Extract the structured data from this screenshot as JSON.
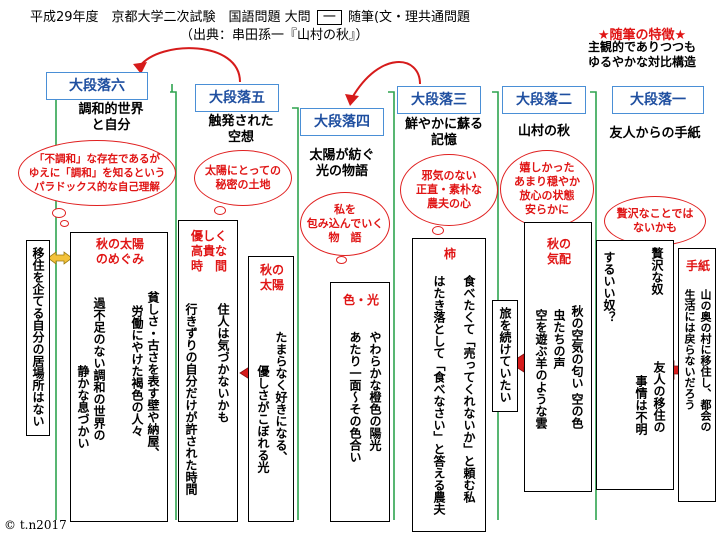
{
  "header": {
    "line1_pre": "平成29年度　京都大学二次試験　国語問題 大問",
    "line1_box": "一",
    "line1_post": "随筆(文・理共通問題",
    "line2": "（出典：串田孫一『山村の秋』）"
  },
  "feature": {
    "title": "★随筆の特徴★",
    "body": "主観的でありつつも\nゆるやかな対比構造"
  },
  "sections": [
    {
      "id": "6",
      "label": "大段落六",
      "subtitle": "調和的世界\nと自分"
    },
    {
      "id": "5",
      "label": "大段落五",
      "subtitle": "触発された\n空想"
    },
    {
      "id": "4",
      "label": "大段落四",
      "subtitle": "太陽が紡ぐ\n光の物語"
    },
    {
      "id": "3",
      "label": "大段落三",
      "subtitle": "鮮やかに蘇る\n記憶"
    },
    {
      "id": "2",
      "label": "大段落二",
      "subtitle": "山村の秋"
    },
    {
      "id": "1",
      "label": "大段落一",
      "subtitle": "友人からの手紙"
    }
  ],
  "bubbles": {
    "b6": "「不調和」な存在であるが\nゆえに「調和」を知るという\nパラドックス的な自己理解",
    "b5": "太陽にとっての\n秘密の土地",
    "b4": "私を\n包み込んでいく\n物　語",
    "b3": "邪気のない\n正直・素朴な\n農夫の心",
    "b2": "嬉しかった\nあまり穏やか\n放心の状態\n安らかに",
    "b1": "贅沢なことでは\nないかも"
  },
  "texts": {
    "left_outer": "移住を企てる自分の居場所はない",
    "s6_head": "秋の太陽\nのめぐみ",
    "s6_a": "貧しさ・古さを表す壁や納屋、",
    "s6_b": "労働にやけた褐色の人々",
    "s6_c": "過不足のない調和の世界の",
    "s6_d": "静かな息づかい",
    "s5_head": "優しく\n高貴な\n時　間",
    "s5_a": "住人は気づかないかも",
    "s5_b": "行きずりの自分だけが許された時間",
    "s5_side_head": "秋の\n太陽",
    "s5_side_a": "たまらなく好きになる、",
    "s5_side_b": "優しさがこぼれる光",
    "s4_head": "色・光",
    "s4_a": "やわらかな橙色の陽光",
    "s4_b": "あたり一面～その色合い",
    "s3_head": "柿",
    "s3_a": "食べたくて「売ってくれないか」と頼む私",
    "s3_b": "はたき落として「食べなさい」と答える農夫",
    "s2_left": "旅を続けていたい",
    "s2_head": "秋の\n気配",
    "s2_a": "秋の空気の匂い 空の色",
    "s2_b": "虫たちの声",
    "s2_c": "空を遊ぶ羊のような雲",
    "s1_q": "するいい奴？",
    "s1_q2": "贅沢な奴",
    "s1_mid_a": "友人の移住の",
    "s1_mid_b": "事情は不明",
    "s1_head": "手紙",
    "s1_a": "山の奥の村に移住し、都会の",
    "s1_b": "生活には戻らないだろう"
  },
  "copyright": "© t.n2017",
  "colors": {
    "section_border": "#4a8fd6",
    "section_text": "#1f4fa0",
    "accent_red": "#e01515",
    "arrow_blue": "#2f8ed0",
    "arrow_yellow": "#f3c23a",
    "bracket_green": "#2ea44f"
  }
}
